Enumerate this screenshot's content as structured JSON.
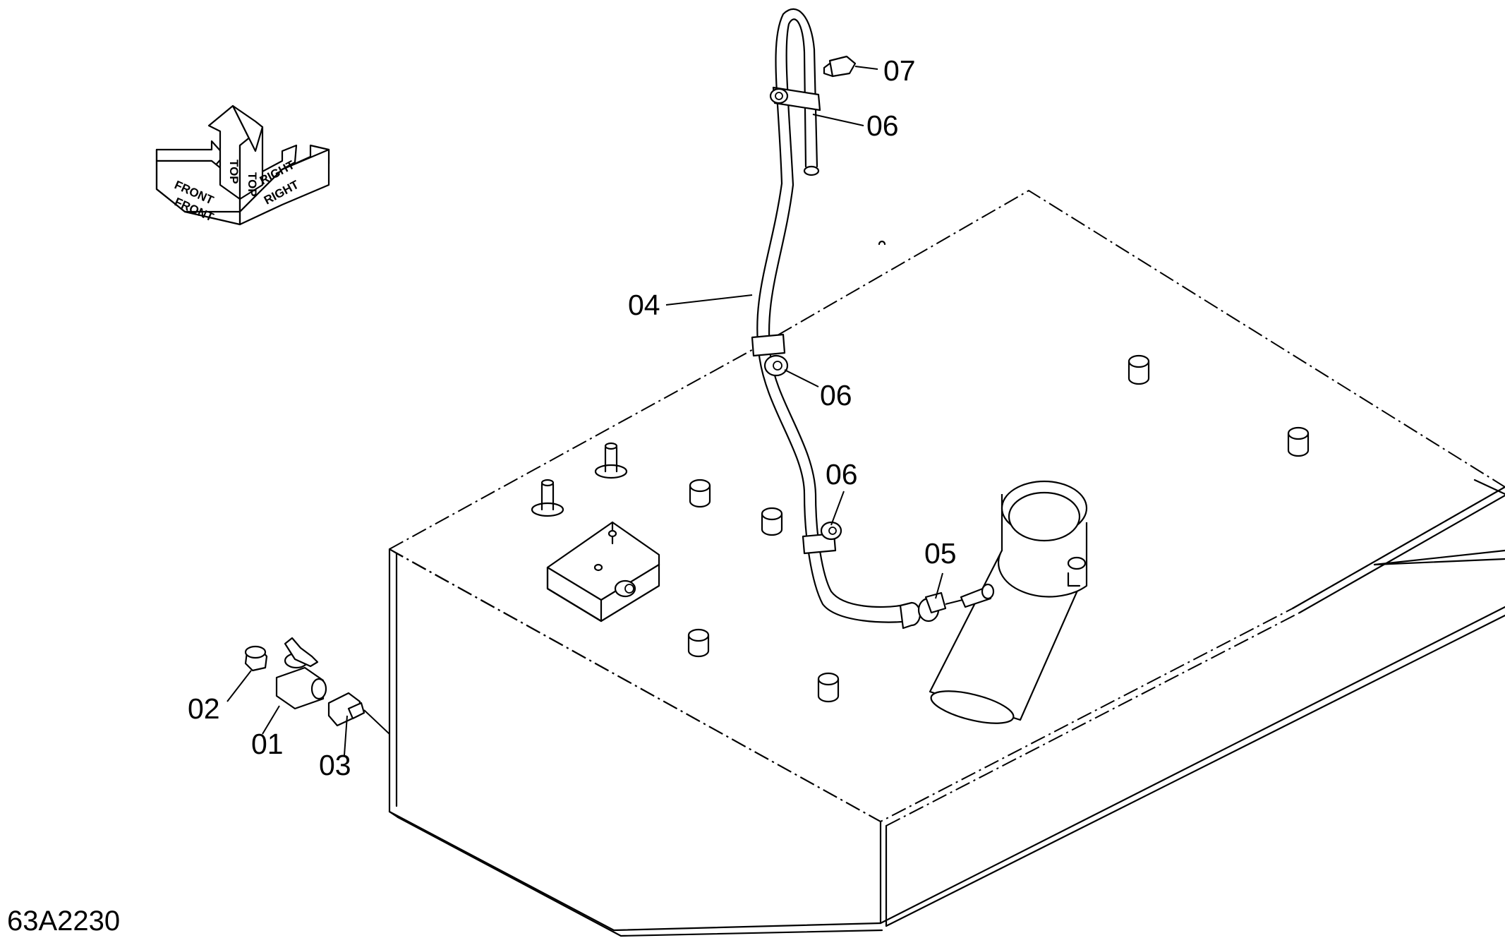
{
  "figure_id": "63A2230",
  "orientation_labels": {
    "front": "FRONT",
    "top": "TOP",
    "right": "RIGHT"
  },
  "callouts": [
    {
      "id": "c01",
      "label": "01"
    },
    {
      "id": "c02",
      "label": "02"
    },
    {
      "id": "c03",
      "label": "03"
    },
    {
      "id": "c04",
      "label": "04"
    },
    {
      "id": "c05",
      "label": "05"
    },
    {
      "id": "c06a",
      "label": "06"
    },
    {
      "id": "c06b",
      "label": "06"
    },
    {
      "id": "c06c",
      "label": "06"
    },
    {
      "id": "c07",
      "label": "07"
    }
  ]
}
